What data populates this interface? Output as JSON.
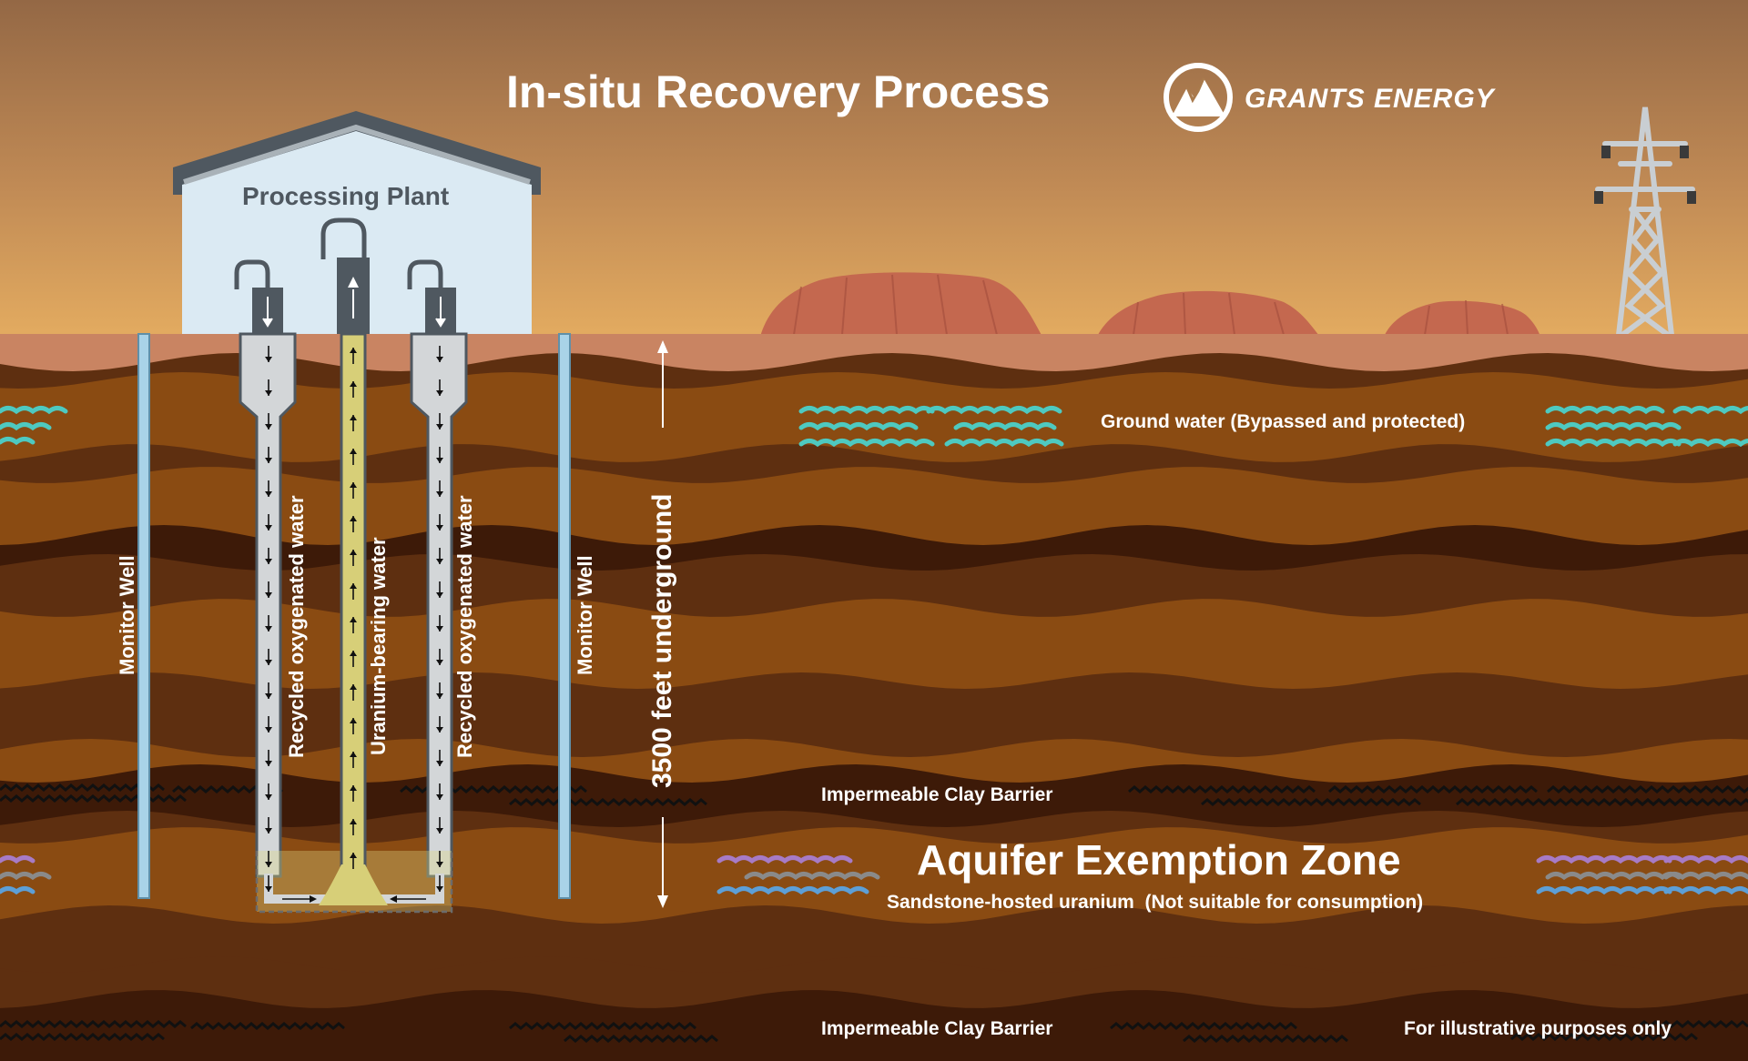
{
  "header": {
    "title": "In-situ Recovery Process",
    "brand": "GRANTS ENERGY",
    "logo_icon": "mountain-logo-icon"
  },
  "plant": {
    "label": "Processing Plant"
  },
  "wells": {
    "monitor_left": "Monitor Well",
    "monitor_right": "Monitor Well",
    "injection_left": "Recycled oxygenated water",
    "production": "Uranium-bearing water",
    "injection_right": "Recycled oxygenated water"
  },
  "depth": {
    "label": "3500 feet underground"
  },
  "layers": {
    "groundwater": "Ground water (Bypassed and protected)",
    "clay_barrier_upper": "Impermeable Clay Barrier",
    "aquifer_title": "Aquifer Exemption Zone",
    "aquifer_subtitle": "Sandstone-hosted uranium  (Not suitable for consumption)",
    "clay_barrier_lower": "Impermeable Clay Barrier",
    "disclaimer": "For illustrative purposes only"
  },
  "colors": {
    "sky_top": "#976a45",
    "sky_bottom": "#e0a85e",
    "surface": "#c98462",
    "brown_light": "#8a4b12",
    "brown_mid": "#5e2f10",
    "brown_dark": "#3d1a08",
    "rock": "#c2684e",
    "building": "#dbeaf3",
    "pipe_gray": "#d3d6d8",
    "pipe_yellow": "#d7cf78",
    "water_teal": "#4ec9c0",
    "aquifer_purple": "#a77bc6",
    "aquifer_blue": "#5d9fd6",
    "aquifer_gray": "#8a8a8a"
  }
}
